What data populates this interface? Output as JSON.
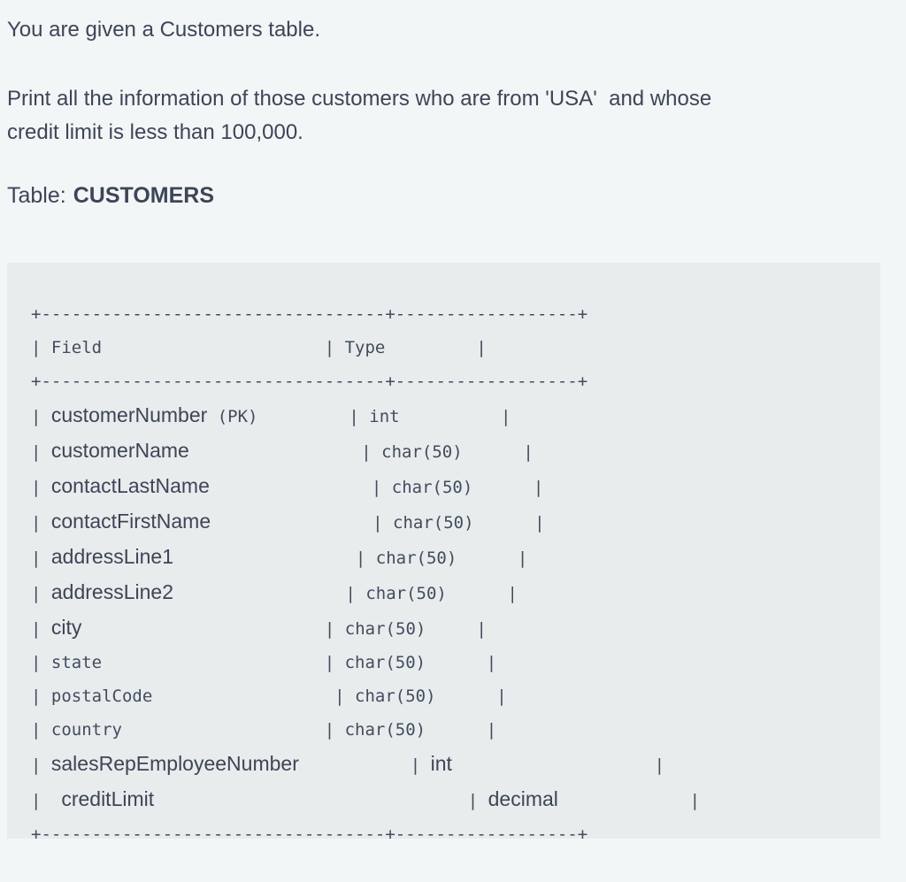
{
  "colors": {
    "page_bg": "#f2f6f7",
    "panel_bg": "#e8eced",
    "text": "#3d4557"
  },
  "page_text": {
    "intro": "You are given a Customers table.",
    "task_line1": "Print all the information of those customers who are from 'USA'  and whose",
    "task_line2": "credit limit is less than 100,000.",
    "table_label": "Table:",
    "table_name": "CUSTOMERS"
  },
  "schema": {
    "table": "CUSTOMERS",
    "column_headers": [
      "Field",
      "Type"
    ],
    "columns": [
      {
        "field": "customerNumber",
        "type": "int",
        "primary_key": true
      },
      {
        "field": "customerName",
        "type": "char(50)",
        "primary_key": false
      },
      {
        "field": "contactLastName",
        "type": "char(50)",
        "primary_key": false
      },
      {
        "field": "contactFirstName",
        "type": "char(50)",
        "primary_key": false
      },
      {
        "field": "addressLine1",
        "type": "char(50)",
        "primary_key": false
      },
      {
        "field": "addressLine2",
        "type": "char(50)",
        "primary_key": false
      },
      {
        "field": "city",
        "type": "char(50)",
        "primary_key": false
      },
      {
        "field": "state",
        "type": "char(50)",
        "primary_key": false
      },
      {
        "field": "postalCode",
        "type": "char(50)",
        "primary_key": false
      },
      {
        "field": "country",
        "type": "char(50)",
        "primary_key": false
      },
      {
        "field": "salesRepEmployeeNumber",
        "type": "int",
        "primary_key": false
      },
      {
        "field": "creditLimit",
        "type": "decimal",
        "primary_key": false
      }
    ]
  },
  "ascii_table": {
    "lines": [
      {
        "segs": [
          {
            "f": "m",
            "t": "+----------------------------------+------------------+"
          }
        ]
      },
      {
        "segs": [
          {
            "f": "m",
            "t": "| Field                      | Type         |"
          }
        ]
      },
      {
        "segs": [
          {
            "f": "m",
            "t": "+----------------------------------+------------------+"
          }
        ]
      },
      {
        "segs": [
          {
            "f": "m",
            "t": "| "
          },
          {
            "f": "s",
            "t": "customerNumber"
          },
          {
            "f": "m",
            "t": " (PK)         | int          |"
          }
        ]
      },
      {
        "segs": [
          {
            "f": "m",
            "t": "| "
          },
          {
            "f": "s",
            "t": "customerName"
          },
          {
            "f": "m",
            "t": "                 | char(50)      |"
          }
        ]
      },
      {
        "segs": [
          {
            "f": "m",
            "t": "| "
          },
          {
            "f": "s",
            "t": "contactLastName"
          },
          {
            "f": "m",
            "t": "                | char(50)      |"
          }
        ]
      },
      {
        "segs": [
          {
            "f": "m",
            "t": "| "
          },
          {
            "f": "s",
            "t": "contactFirstName"
          },
          {
            "f": "m",
            "t": "                | char(50)      |"
          }
        ]
      },
      {
        "segs": [
          {
            "f": "m",
            "t": "| "
          },
          {
            "f": "s",
            "t": "addressLine1"
          },
          {
            "f": "m",
            "t": "                  | char(50)      |"
          }
        ]
      },
      {
        "segs": [
          {
            "f": "m",
            "t": "| "
          },
          {
            "f": "s",
            "t": "addressLine2"
          },
          {
            "f": "m",
            "t": "                 | char(50)      |"
          }
        ]
      },
      {
        "segs": [
          {
            "f": "m",
            "t": "| "
          },
          {
            "f": "s",
            "t": "city"
          },
          {
            "f": "m",
            "t": "                        | char(50)     |"
          }
        ]
      },
      {
        "segs": [
          {
            "f": "m",
            "t": "| state                      | char(50)      |"
          }
        ]
      },
      {
        "segs": [
          {
            "f": "m",
            "t": "| postalCode                  | char(50)      |"
          }
        ]
      },
      {
        "segs": [
          {
            "f": "m",
            "t": "| country                    | char(50)      |"
          }
        ]
      },
      {
        "segs": [
          {
            "f": "m",
            "t": "| "
          },
          {
            "f": "s",
            "t": "salesRepEmployeeNumber"
          },
          {
            "f": "m",
            "t": "           | "
          },
          {
            "f": "s",
            "t": "int"
          },
          {
            "f": "m",
            "t": "                    |"
          }
        ]
      },
      {
        "segs": [
          {
            "f": "m",
            "t": "|  "
          },
          {
            "f": "s",
            "t": "creditLimit"
          },
          {
            "f": "m",
            "t": "                               | "
          },
          {
            "f": "s",
            "t": "decimal"
          },
          {
            "f": "m",
            "t": "             |"
          }
        ]
      },
      {
        "segs": [
          {
            "f": "m",
            "t": "+----------------------------------+------------------+"
          }
        ]
      }
    ]
  }
}
